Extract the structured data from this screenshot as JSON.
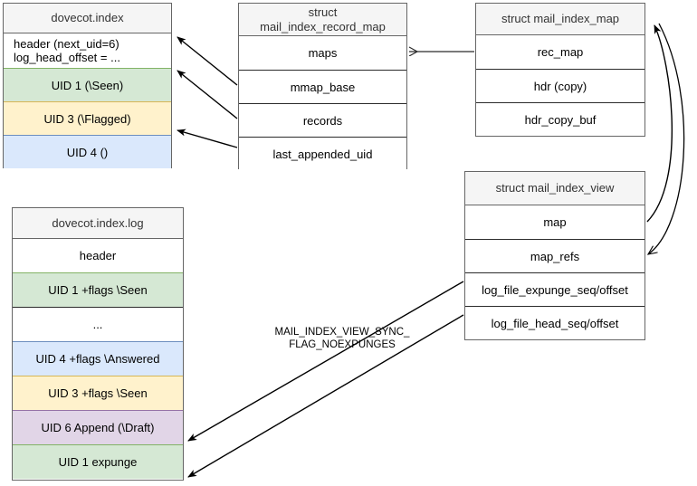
{
  "diagram": {
    "title_hidden": "Dovecot index / index log structures",
    "accent_colors": {
      "green_fill": "#d5e8d4",
      "green_stroke": "#82b366",
      "yellow_fill": "#fff2cc",
      "yellow_stroke": "#d6b656",
      "blue_fill": "#dae8fc",
      "blue_stroke": "#6c8ebf",
      "purple_fill": "#e1d5e7",
      "purple_stroke": "#9673a6",
      "header_fill": "#f5f5f5",
      "line": "#2b2b2b"
    },
    "boxes": [
      {
        "id": "dovecot-index",
        "title": "dovecot.index",
        "rows": [
          {
            "label": "header (next_uid=6)\nlog_head_offset = ...",
            "style": "white"
          },
          {
            "label": "UID 1 (\\Seen)",
            "style": "green"
          },
          {
            "label": "UID 3 (\\Flagged)",
            "style": "yellow"
          },
          {
            "label": "UID 4 ()",
            "style": "blue"
          }
        ]
      },
      {
        "id": "mail-index-record-map",
        "title": "struct\nmail_index_record_map",
        "rows": [
          {
            "label": "maps",
            "style": "white"
          },
          {
            "label": "mmap_base",
            "style": "white"
          },
          {
            "label": "records",
            "style": "white"
          },
          {
            "label": "last_appended_uid",
            "style": "white"
          }
        ]
      },
      {
        "id": "mail-index-map",
        "title": "struct mail_index_map",
        "rows": [
          {
            "label": "rec_map",
            "style": "white"
          },
          {
            "label": "hdr (copy)",
            "style": "white"
          },
          {
            "label": "hdr_copy_buf",
            "style": "white"
          }
        ]
      },
      {
        "id": "mail-index-view",
        "title": "struct mail_index_view",
        "rows": [
          {
            "label": "map",
            "style": "white"
          },
          {
            "label": "map_refs",
            "style": "white"
          },
          {
            "label": "log_file_expunge_seq/offset",
            "style": "white"
          },
          {
            "label": "log_file_head_seq/offset",
            "style": "white"
          }
        ]
      },
      {
        "id": "dovecot-index-log",
        "title": "dovecot.index.log",
        "rows": [
          {
            "label": "header",
            "style": "white"
          },
          {
            "label": "UID 1 +flags \\Seen",
            "style": "green"
          },
          {
            "label": "...",
            "style": "white"
          },
          {
            "label": "UID 4 +flags \\Answered",
            "style": "blue"
          },
          {
            "label": "UID 3 +flags \\Seen",
            "style": "yellow"
          },
          {
            "label": "UID 6 Append (\\Draft)",
            "style": "purple"
          },
          {
            "label": "UID 1 expunge",
            "style": "green"
          }
        ]
      }
    ],
    "annotations": [
      {
        "id": "view-sync-flag",
        "text": "MAIL_INDEX_VIEW_SYNC_\nFLAG_NOEXPUNGES"
      }
    ]
  }
}
